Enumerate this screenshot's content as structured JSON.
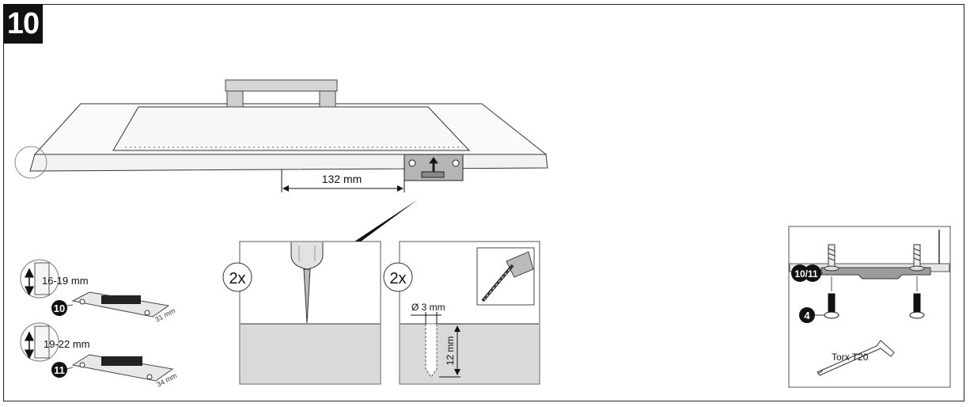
{
  "step_number": "10",
  "main": {
    "distance_label": "132 mm"
  },
  "options": [
    {
      "badge": "10",
      "thickness": "16-19 mm",
      "width": "31 mm"
    },
    {
      "badge": "11",
      "thickness": "19-22 mm",
      "width": "34 mm"
    }
  ],
  "pilot": {
    "count": "2x"
  },
  "drill": {
    "count": "2x",
    "diameter": "Ø 3 mm",
    "depth": "12 mm"
  },
  "mount": {
    "plate_badge": "10/11",
    "screw_badge": "4",
    "tool_label": "Torx T20"
  }
}
